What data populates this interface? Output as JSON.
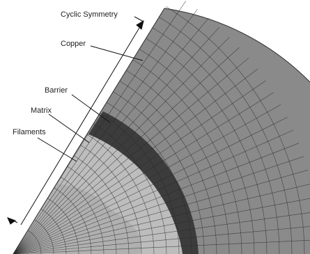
{
  "labels": {
    "cyclic_symmetry": "Cyclic Symmetry",
    "copper": "Copper",
    "barrier": "Barrier",
    "matrix": "Matrix",
    "filaments": "Filaments"
  },
  "regions": [
    {
      "name": "copper",
      "color": "#8a8a8a"
    },
    {
      "name": "barrier",
      "color": "#3c3c3c"
    },
    {
      "name": "matrix",
      "color": "#bdbdbd"
    },
    {
      "name": "filaments",
      "color": "#b0b0b0"
    }
  ],
  "colors": {
    "mesh_line": "#2a2a2a",
    "leader_line": "#111111",
    "label_text": "#222222"
  },
  "icons": [
    "double-arrow-icon"
  ]
}
